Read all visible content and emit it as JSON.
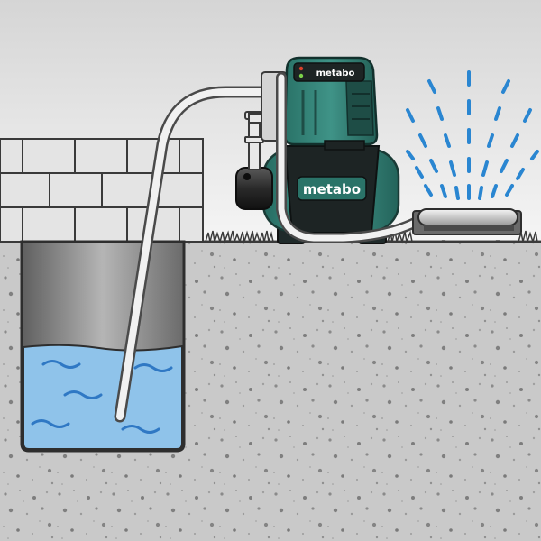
{
  "brand": {
    "pump_tank_label": "metabo",
    "pump_head_label": "metabo"
  },
  "colors": {
    "pump_green": "#2e7d72",
    "pump_green_light": "#4aa195",
    "pump_dark": "#1f2a2a",
    "water_blue": "#8fc3ea",
    "water_wave": "#2f78c4",
    "spray_blue": "#2a86d1",
    "hose_fill": "#f1f1f1",
    "hose_outline": "#555555",
    "ground": "#c9c9c9",
    "sky_top": "#d7d7d7",
    "sky_bottom": "#f4f4f4",
    "brick": "#e3e3e3",
    "well_shaft": "#8c8c8c"
  },
  "icons": [
    "brick-wall",
    "water-well",
    "suction-hose",
    "garden-pump",
    "pressure-hose",
    "lawn-sprinkler",
    "water-spray"
  ]
}
